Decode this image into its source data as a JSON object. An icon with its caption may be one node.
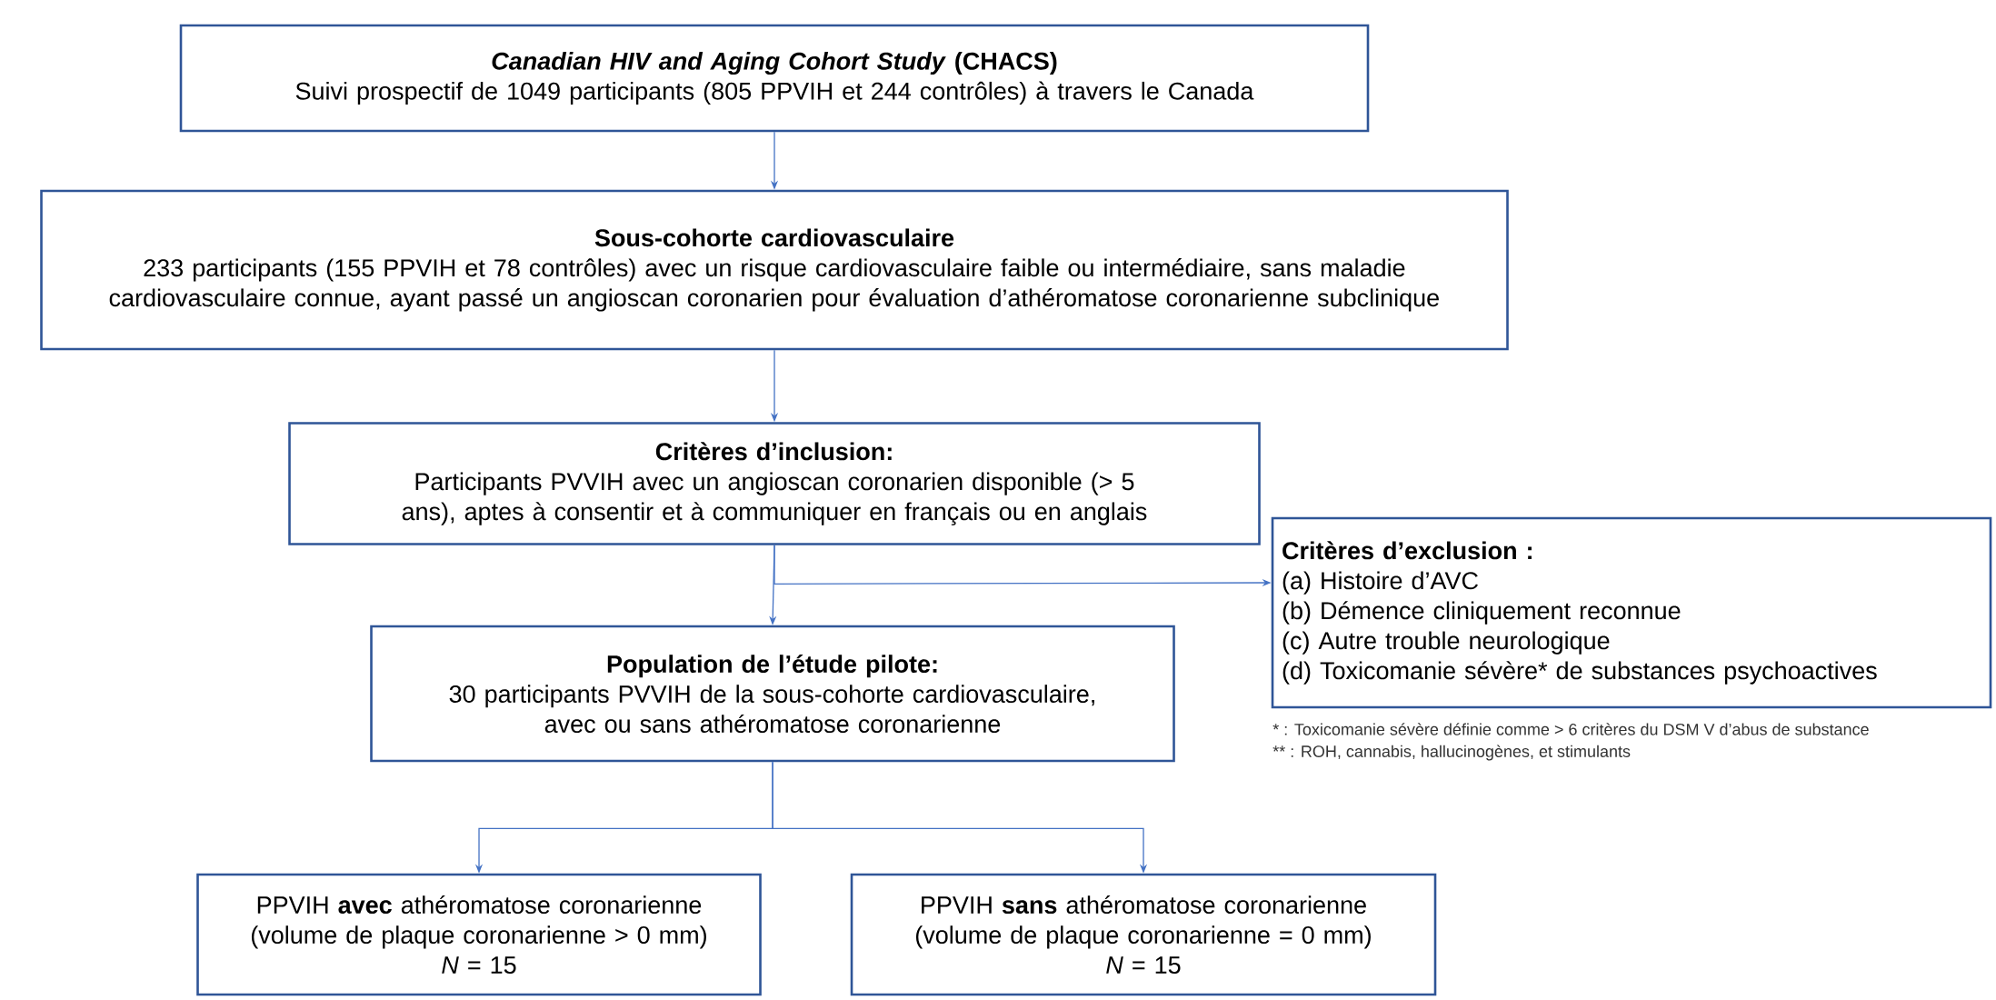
{
  "diagram": {
    "nodes": [
      {
        "text": [
          "*Canadian HIV and Aging Cohort Study* (CHACS)",
          "Suivi prospectif de 1049 participants (805 PPVIH et 244 contrôles) à travers le Canada"
        ]
      },
      {
        "text": [
          "Sous-cohorte cardiovasculaire",
          "233 participants (155 PPVIH et 78 contrôles) avec un risque cardiovasculaire faible ou intermédiaire, sans maladie cardiovasculaire connue, ayant passé un angioscan coronarien pour évaluation d’athéromatose coronarienne subclinique"
        ]
      },
      {
        "text": [
          "Critères d’inclusion:",
          "Participants PVVIH avec un angioscan coronarien disponible (> 5 ans), aptes à consentir et à communiquer en français ou en anglais"
        ]
      },
      {
        "text": [
          "Critères d’exclusion :",
          "(a) Histoire d’AVC",
          "(b) Démence cliniquement reconnue",
          "(c) Autre trouble neurologique",
          "(d) Toxicomanie sévère* de substances psychoactives"
        ]
      },
      {
        "text": [
          "Population de l’étude pilote:",
          "30 participants PVVIH de la sous-cohorte cardiovasculaire, avec ou sans athéromatose coronarienne"
        ]
      },
      {
        "text": [
          "PPVIH **avec** athéromatose coronarienne (volume de plaque coronarienne > 0 mm)",
          "*N* = 15"
        ]
      },
      {
        "text": [
          "PPVIH **sans** athéromatose coronarienne (volume de plaque coronarienne = 0 mm)",
          "*N* = 15"
        ]
      }
    ],
    "edges": [
      {
        "from": 0,
        "to": 1,
        "arrow": "to"
      },
      {
        "from": 1,
        "to": 2,
        "arrow": "to"
      },
      {
        "from": 2,
        "to": 4,
        "arrow": "to"
      },
      {
        "from": 2,
        "to": 3,
        "arrow": "to"
      },
      {
        "from": 4,
        "to": 5,
        "arrow": "to"
      },
      {
        "from": 4,
        "to": 6,
        "arrow": "to"
      }
    ],
    "labels": [
      "* : Toxicomanie sévère définie comme > 6 critères du DSM V d’abus de substance",
      "** : ROH, cannabis, hallucinogènes, et stimulants"
    ]
  }
}
